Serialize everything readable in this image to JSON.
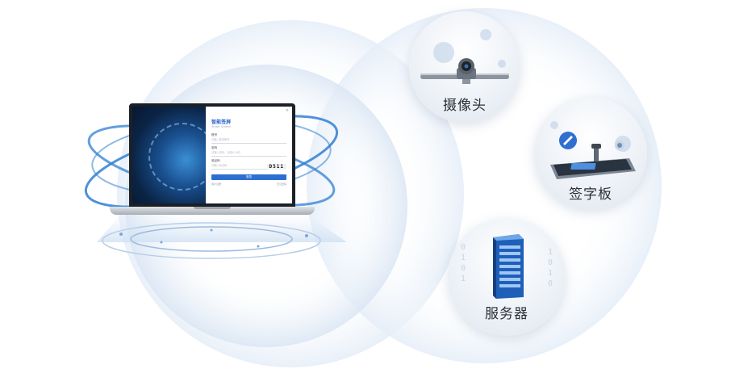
{
  "login": {
    "title": "智能签屏",
    "subtitle": "Smart Screen",
    "account_label": "账号",
    "account_placeholder": "请输入登录账号",
    "password_label": "密码",
    "password_placeholder": "请输入密码，长度6-18位",
    "captcha_label": "验证码",
    "captcha_placeholder": "请输入验证码",
    "captcha_code": "D511",
    "submit_label": "登录",
    "link_left": "用户注册",
    "link_right": "忘记密码"
  },
  "devices": [
    {
      "id": "camera",
      "label": "摄像头",
      "icon": "camera-icon"
    },
    {
      "id": "signpad",
      "label": "签字板",
      "icon": "signature-pad-icon"
    },
    {
      "id": "server",
      "label": "服务器",
      "icon": "server-icon"
    }
  ],
  "colors": {
    "accent": "#2d6fd1",
    "orbit": "#2f7fd3",
    "halo": "#e6eef8"
  }
}
